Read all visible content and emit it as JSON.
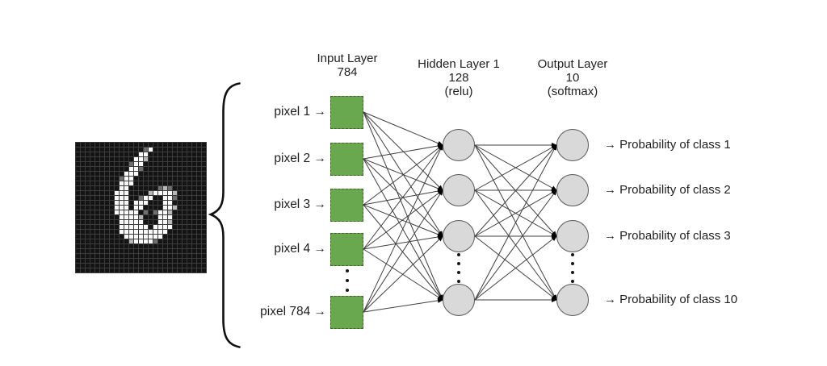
{
  "text_color": "#1f1f1f",
  "edge_color": "#3f3f3f",
  "arrowhead_color": "#000000",
  "brace": {
    "color": "#111111"
  },
  "mnist_image": {
    "description": "handwritten digit 6 on black pixel grid",
    "grid_size": 27,
    "gridline_color": "#3c3c3c",
    "palette": {
      ".": "#141414",
      "a": "#6f6f6f",
      "b": "#b8b8b8",
      "w": "#fbfbfb"
    },
    "rows": [
      "...........................",
      "..............aw...........",
      ".............ww............",
      "............wwb............",
      "...........aww.............",
      "...........wwa.............",
      "..........www..............",
      ".........aww...............",
      ".........www...............",
      ".........ww......aba.......",
      "........www....bwwwwb......",
      "........www..aww..wwa......",
      "........www.www...ww.......",
      "........www.ww....wwb......",
      "........wwwww.a.awwb.......",
      ".........wwwwb...www.......",
      ".........wwwww...wwb.......",
      ".........wwwwww.wwww.......",
      ".........wwwwwwwwww........",
      "..........wwwwwwww.........",
      "...........bwwwwa..........",
      "...........................",
      "...........................",
      "...........................",
      "...........................",
      "...........................",
      "..........................."
    ]
  },
  "layers": {
    "input": {
      "title_line1": "Input Layer",
      "title_line2": "784",
      "node_fill": "#6aa84f",
      "node_border": "#44632c",
      "nodes": [
        {
          "label": "pixel 1 →"
        },
        {
          "label": "pixel 2 →"
        },
        {
          "label": "pixel 3 →"
        },
        {
          "label": "pixel 4 →"
        },
        {
          "label": "pixel 784 →"
        }
      ]
    },
    "hidden": {
      "title_line1": "Hidden Layer 1",
      "title_line2": "128",
      "title_line3": "(relu)",
      "node_fill": "#d9d9d9",
      "node_border": "#595959",
      "visible_nodes": 4
    },
    "output": {
      "title_line1": "Output Layer",
      "title_line2": "10",
      "title_line3": "(softmax)",
      "node_fill": "#d9d9d9",
      "node_border": "#595959",
      "visible_nodes": 4,
      "labels": [
        "→ Probability of class 1",
        "→ Probability of class 2",
        "→ Probability of class 3",
        "→ Probability of class 10"
      ]
    }
  }
}
